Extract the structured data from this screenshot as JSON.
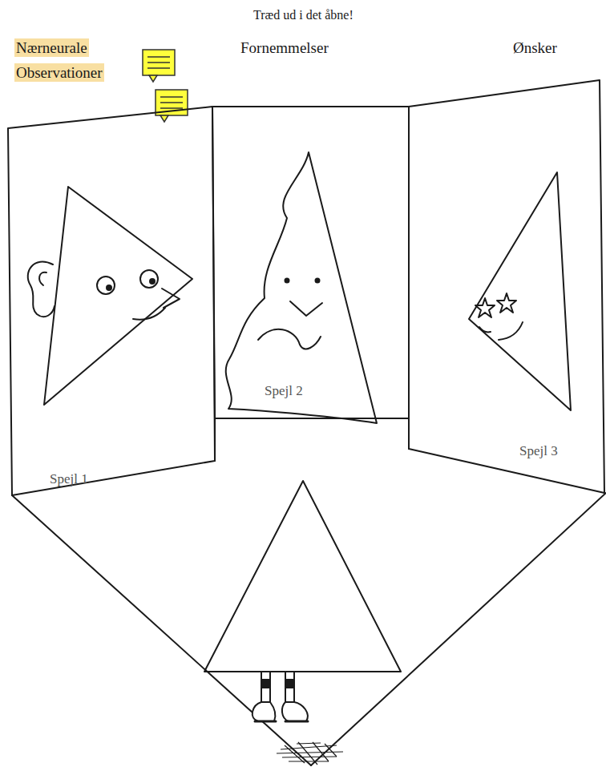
{
  "diagram": {
    "title": "Træd ud i det åbne!",
    "nodes": [
      {
        "text": [
          "Spejl 1"
        ]
      },
      {
        "text": [
          "Spejl 2"
        ]
      },
      {
        "text": [
          "Spejl 3"
        ]
      }
    ],
    "labels": [
      "Nærneurale Observationer",
      "Fornemmelser",
      "Ønsker"
    ]
  }
}
